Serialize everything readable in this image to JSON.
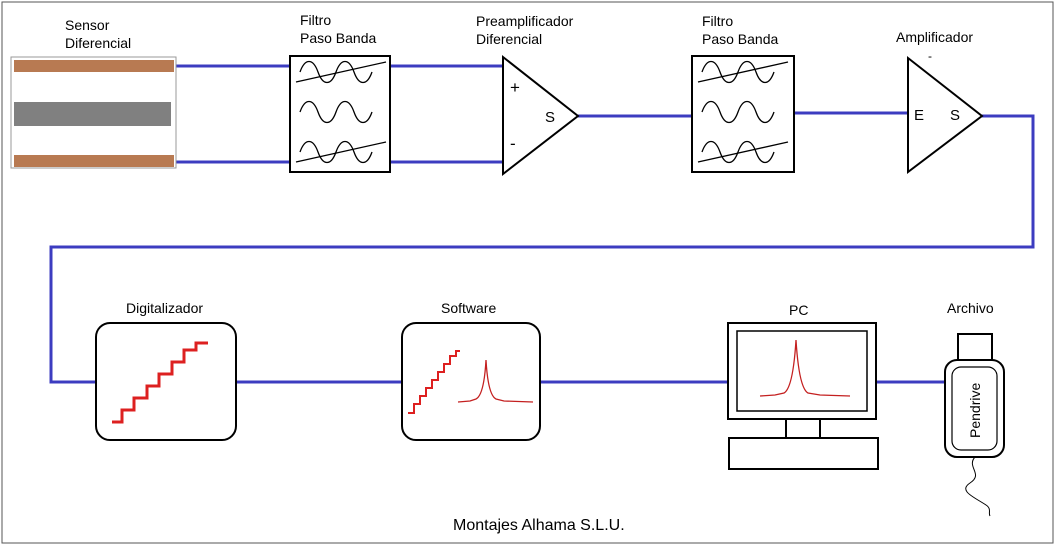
{
  "labels": {
    "sensor_line1": "Sensor",
    "sensor_line2": "Diferencial",
    "filter1_line1": "Filtro",
    "filter1_line2": "Paso Banda",
    "preamp_line1": "Preamplificador",
    "preamp_line2": "Diferencial",
    "preamp_plus": "+",
    "preamp_minus": "-",
    "preamp_out": "S",
    "filter2_line1": "Filtro",
    "filter2_line2": "Paso Banda",
    "amp_title": "Amplificador",
    "amp_tick": "-",
    "amp_in": "E",
    "amp_out": "S",
    "digitizer": "Digitalizador",
    "software": "Software",
    "pc": "PC",
    "archive": "Archivo",
    "pendrive": "Pendrive",
    "footer": "Montajes Alhama S.L.U."
  },
  "colors": {
    "wire": "#3c3cc0",
    "sensor_plate": "#b87a52",
    "sensor_core": "#808080",
    "signal": "#dd2020"
  }
}
